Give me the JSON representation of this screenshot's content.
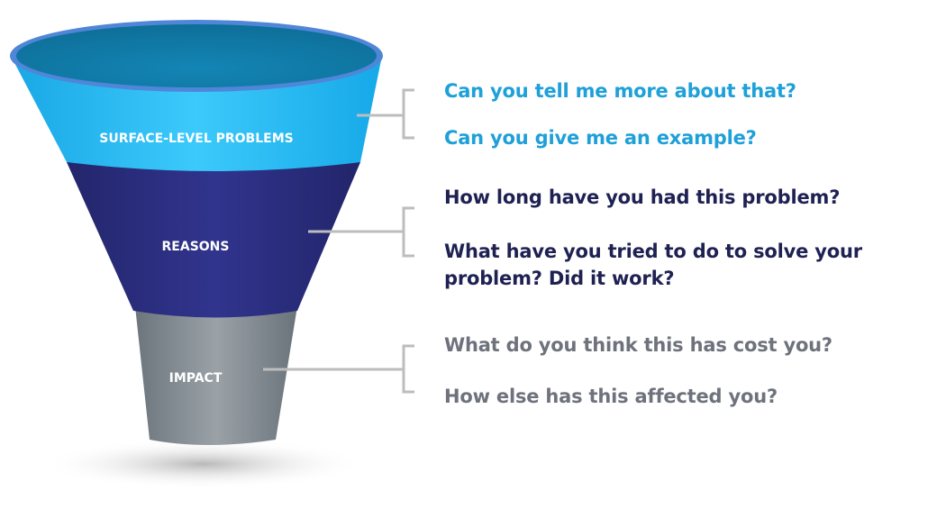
{
  "funnel": {
    "stages": [
      {
        "label": "SURFACE-LEVEL PROBLEMS",
        "color": "#2bbcf2"
      },
      {
        "label": "REASONS",
        "color": "#2a2e80"
      },
      {
        "label": "IMPACT",
        "color": "#7d858c"
      }
    ]
  },
  "questions": {
    "surface": [
      "Can you tell me more about that?",
      "Can you give me an example?"
    ],
    "reasons": [
      "How long have you had this problem?",
      "What have you tried to do to solve your problem? Did it work?"
    ],
    "impact": [
      "What do you think this has cost you?",
      "How else has this affected you?"
    ]
  }
}
